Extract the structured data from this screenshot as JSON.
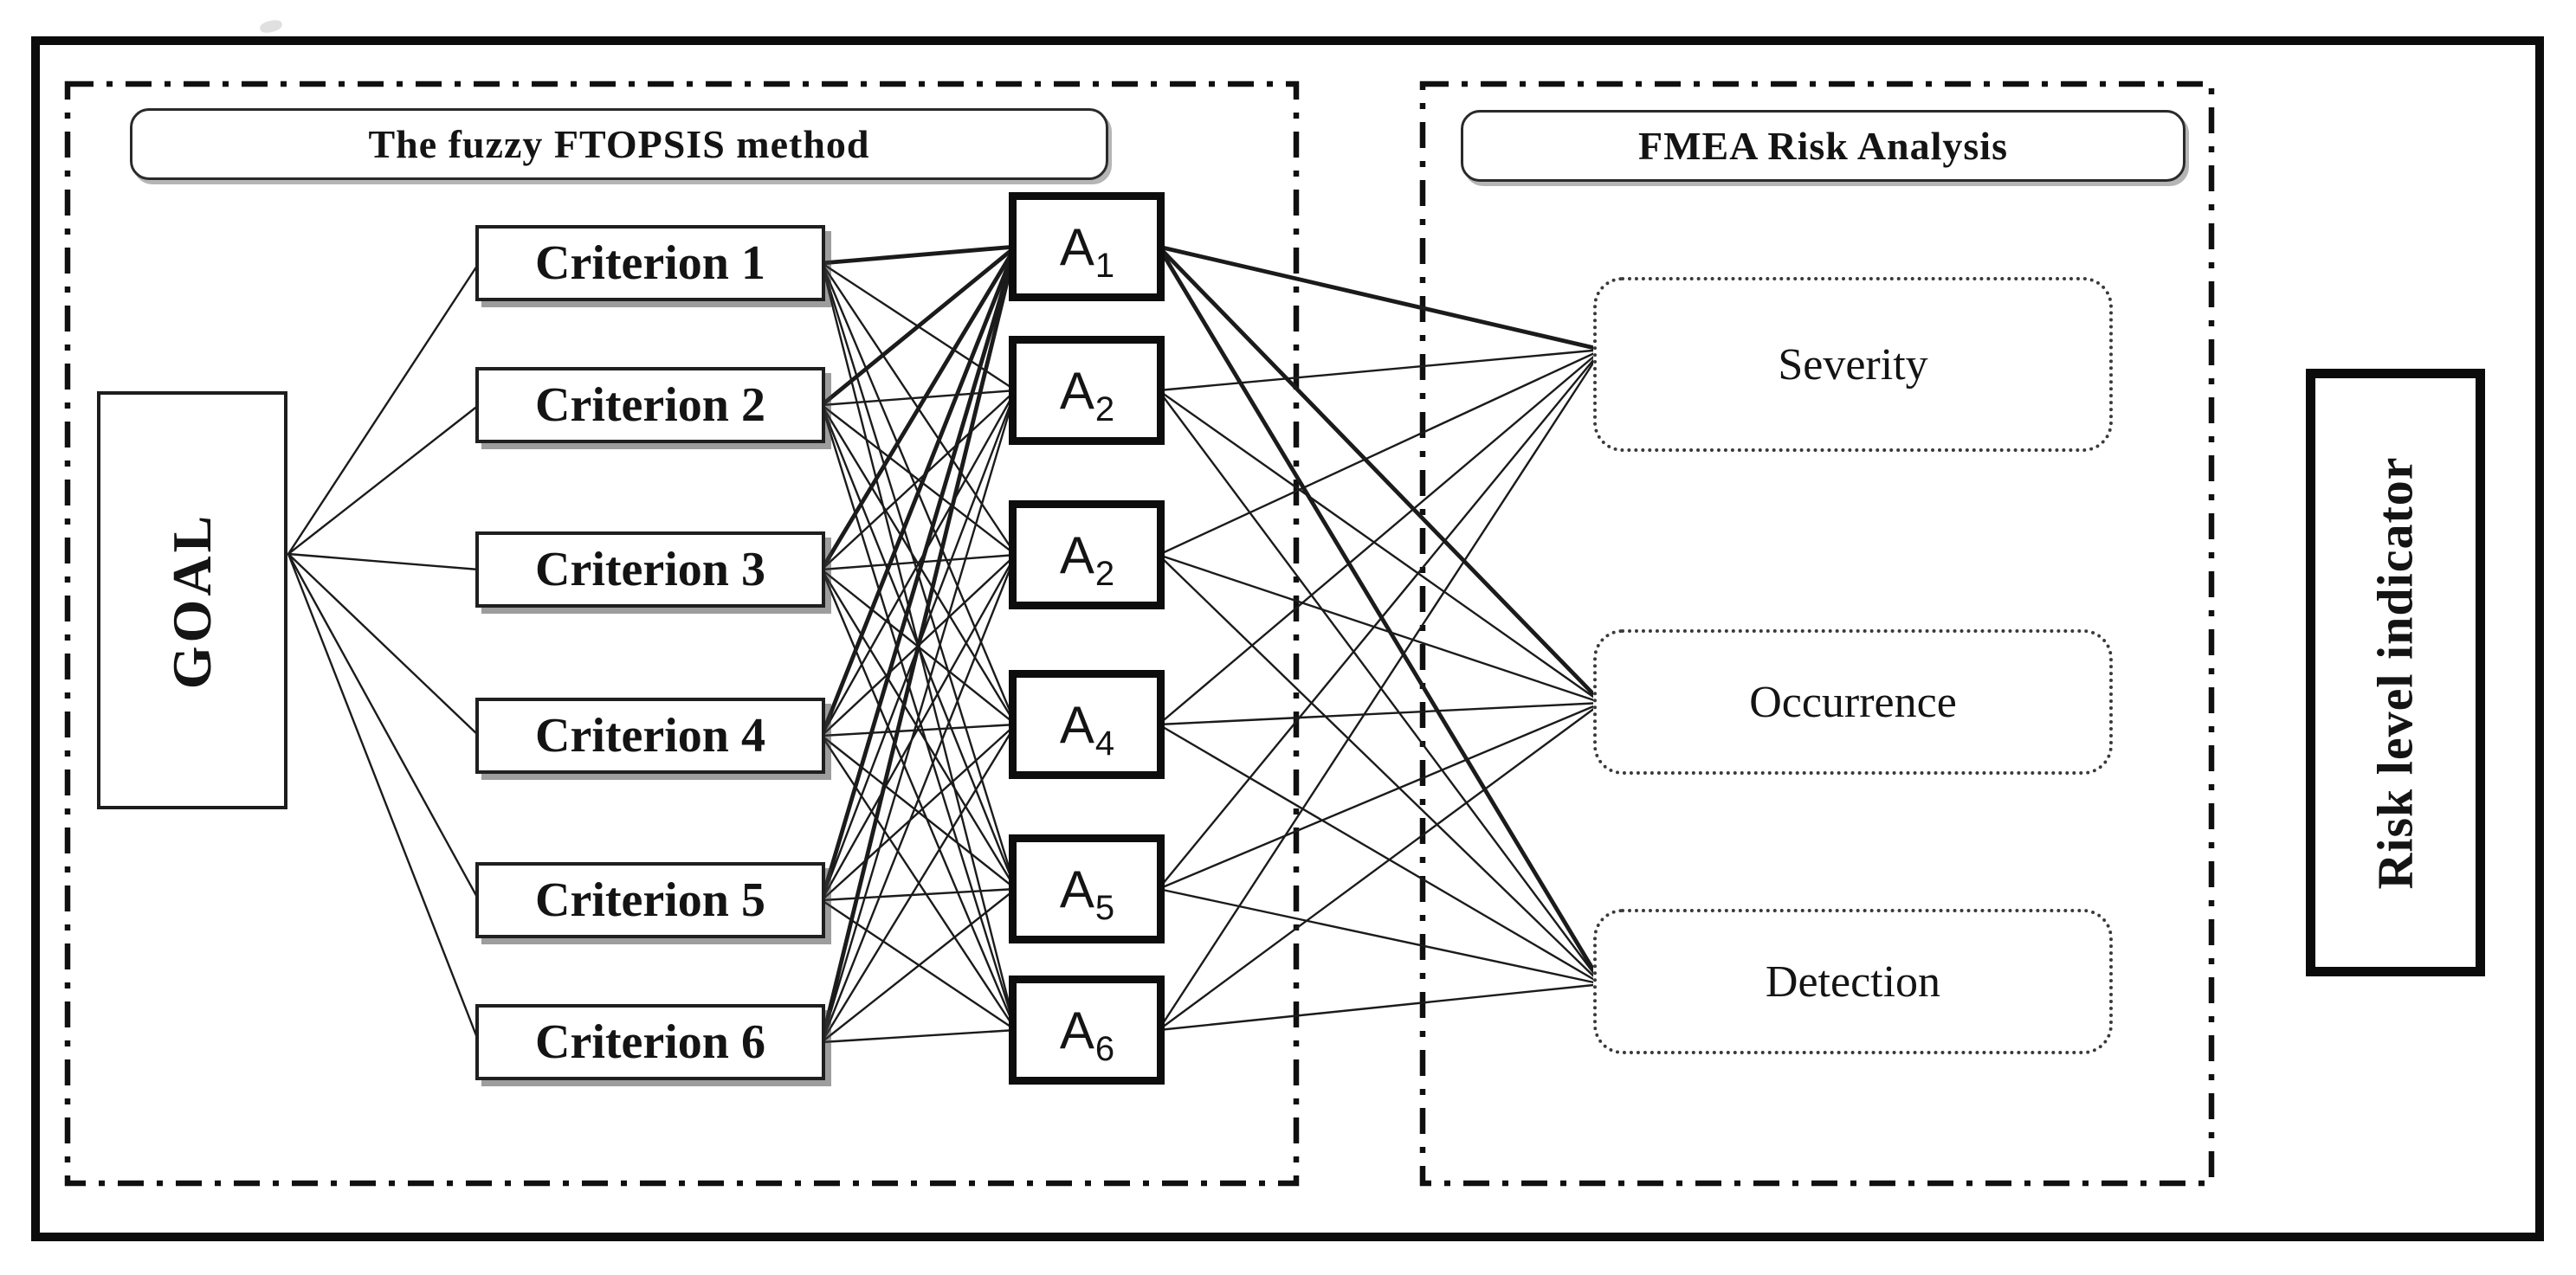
{
  "canvas": {
    "background": "#ffffff",
    "ink": "#141414"
  },
  "left_section": {
    "title": "The fuzzy FTOPSIS method"
  },
  "right_section": {
    "title": "FMEA Risk Analysis"
  },
  "goal": {
    "label": "GOAL"
  },
  "criteria": {
    "items": [
      "Criterion 1",
      "Criterion 2",
      "Criterion 3",
      "Criterion 4",
      "Criterion 5",
      "Criterion 6"
    ]
  },
  "alternatives": {
    "items": [
      {
        "base": "A",
        "sub": "1"
      },
      {
        "base": "A",
        "sub": "2"
      },
      {
        "base": "A",
        "sub": "2"
      },
      {
        "base": "A",
        "sub": "4"
      },
      {
        "base": "A",
        "sub": "5"
      },
      {
        "base": "A",
        "sub": "6"
      }
    ]
  },
  "fmea": {
    "factors": [
      "Severity",
      "Occurrence",
      "Detection"
    ]
  },
  "risk_indicator": {
    "label": "Risk level indicator"
  }
}
